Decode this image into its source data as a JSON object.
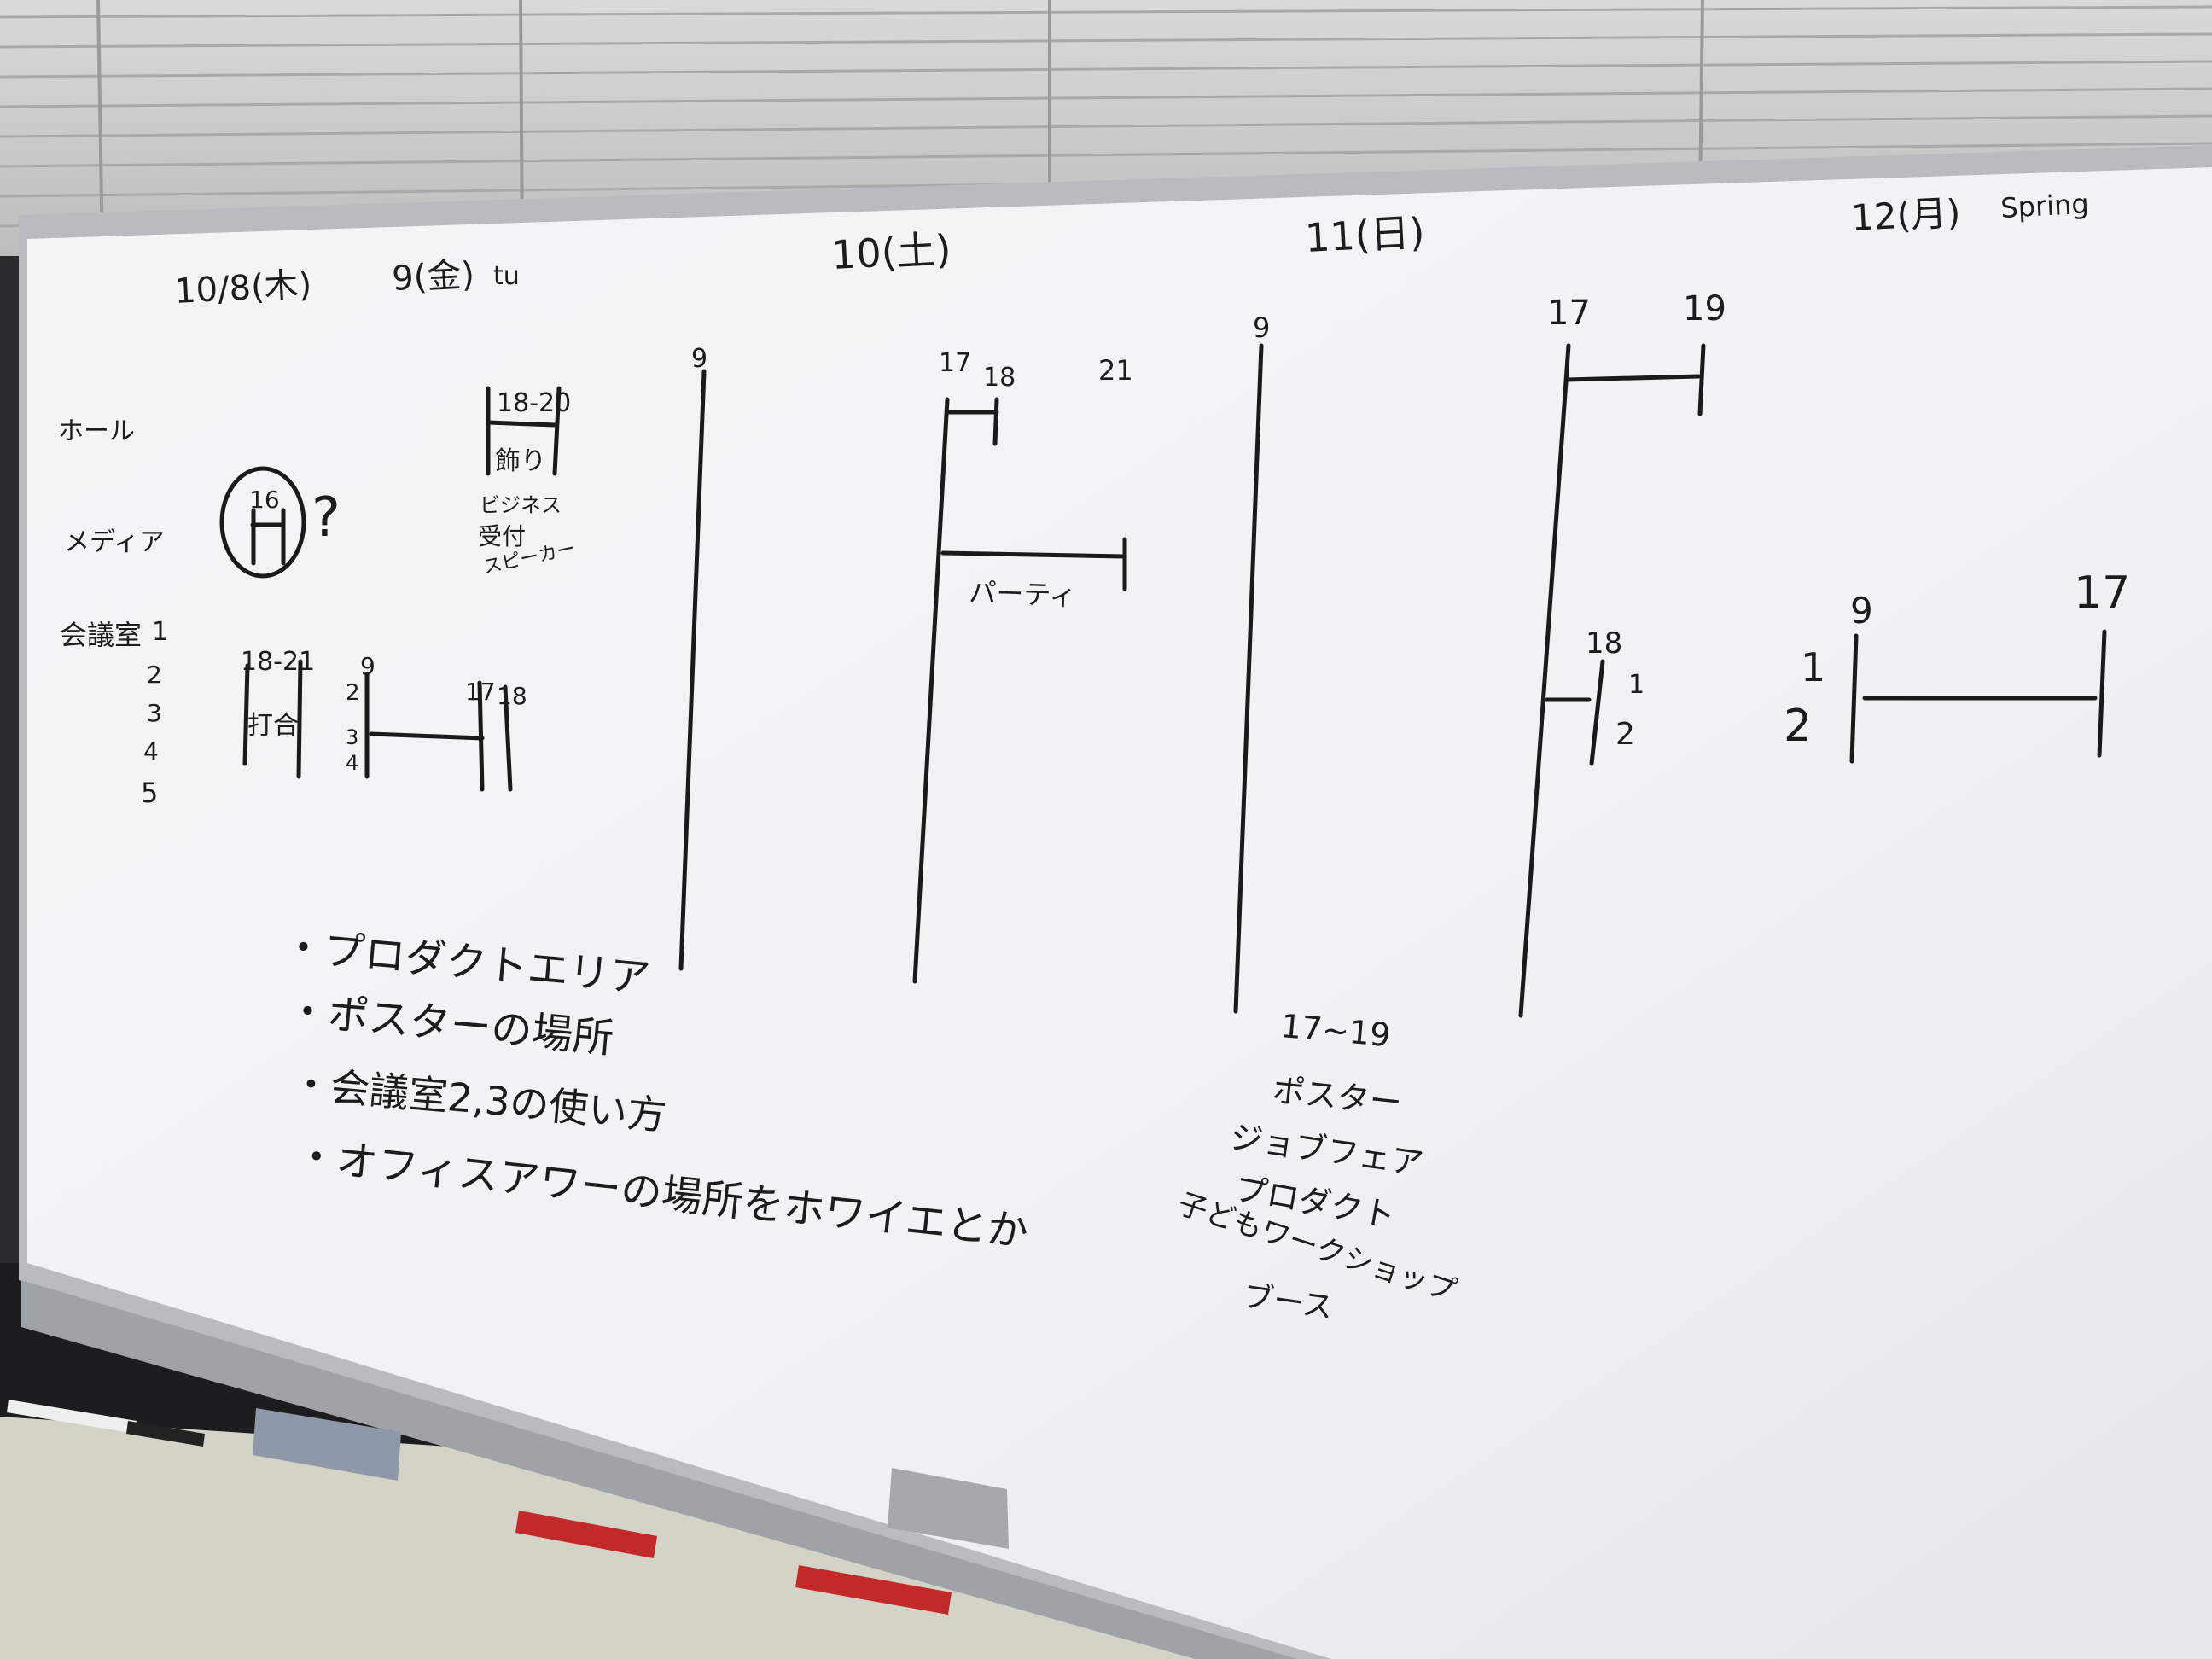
{
  "board": {
    "days": [
      "10/8(木)",
      "9(金)",
      "10(土)",
      "11(日)",
      "12(月)"
    ],
    "day_suffix_9": "tu",
    "day_suffix_12": "Spring",
    "rows": [
      "ホール",
      "メディア",
      "会議室"
    ],
    "room_numbers": [
      "1",
      "2",
      "3",
      "4",
      "5"
    ],
    "d8_circle_top": "16",
    "d8_question": "?",
    "d9_hall_time": "18-20",
    "d9_hall_note": "飾り",
    "d9_media_notes": [
      "ビジネス",
      "受付",
      "スピーカー"
    ],
    "d9_room_time": "18-21",
    "d9_room_note": "打合",
    "d9_room_labels": [
      "9",
      "2",
      "3",
      "4"
    ],
    "d9_room_end": [
      "17",
      "18"
    ],
    "d10_hours": [
      "9",
      "17",
      "18",
      "21"
    ],
    "d10_party": "パーティ",
    "d11_start": "9",
    "d11_time": "17~19",
    "d11_notes": [
      "ポスター",
      "ジョブフェア",
      "プロダクト",
      "子どもワークショップ",
      "ブース"
    ],
    "d12_hall_hours": [
      "17",
      "19"
    ],
    "d12_room_start": "18",
    "d12_room_nums": [
      "1",
      "2"
    ],
    "d12_right_hours": [
      "9",
      "17"
    ],
    "d12_right_nums": [
      "1",
      "2"
    ],
    "bullets": [
      "・プロダクトエリア",
      "・ポスターの場所",
      "・会議室2,3の使い方",
      "・オフィスアワーの場所をホワイエとか"
    ]
  }
}
